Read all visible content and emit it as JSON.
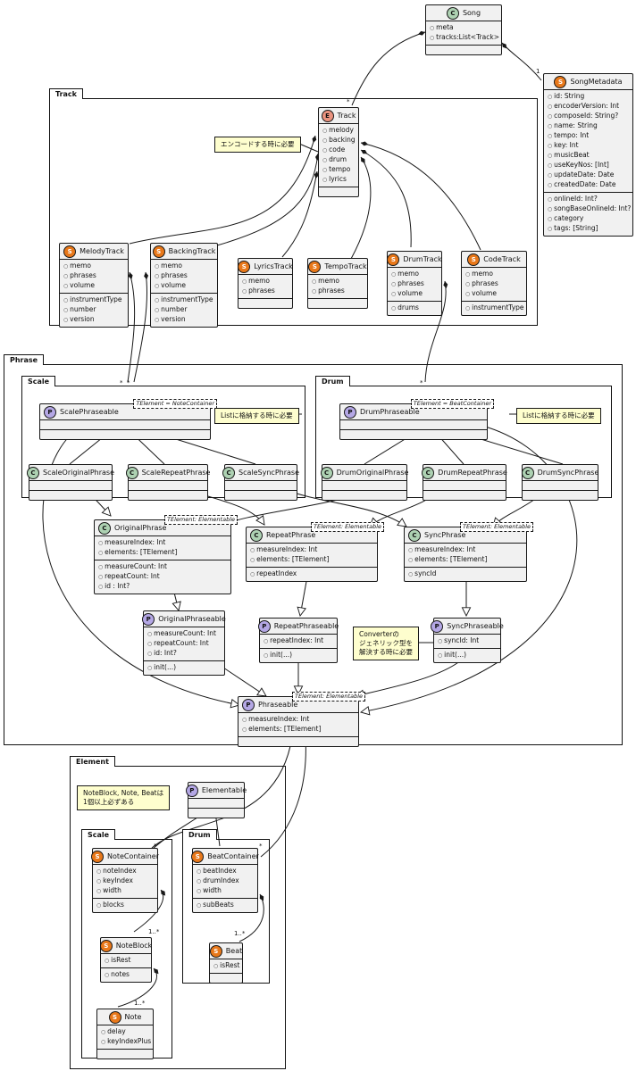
{
  "packages": {
    "track": "Track",
    "phrase": "Phrase",
    "phrase_scale": "Scale",
    "phrase_drum": "Drum",
    "element": "Element",
    "element_scale": "Scale",
    "element_drum": "Drum"
  },
  "classes": {
    "song": {
      "stereotype": "C",
      "name": "Song",
      "attributes": [
        "meta",
        "tracks:List<Track>"
      ]
    },
    "song_metadata": {
      "stereotype": "S",
      "name": "SongMetadata",
      "attributes": [
        "id: String",
        "encoderVersion: Int",
        "composeId: String?",
        "name: String",
        "tempo: Int",
        "key: Int",
        "musicBeat",
        "useKeyNos: [Int]",
        "updateDate: Date",
        "createdDate: Date"
      ],
      "methods": [
        "onlineId: Int?",
        "songBaseOnlineId: Int?",
        "category",
        "tags: [String]"
      ]
    },
    "track": {
      "stereotype": "E",
      "name": "Track",
      "attributes": [
        "melody",
        "backing",
        "code",
        "drum",
        "tempo",
        "lyrics"
      ]
    },
    "melody_track": {
      "stereotype": "S",
      "name": "MelodyTrack",
      "attributes": [
        "memo",
        "phrases",
        "volume"
      ],
      "methods": [
        "instrumentType",
        "number",
        "version"
      ]
    },
    "backing_track": {
      "stereotype": "S",
      "name": "BackingTrack",
      "attributes": [
        "memo",
        "phrases",
        "volume"
      ],
      "methods": [
        "instrumentType",
        "number",
        "version"
      ]
    },
    "lyrics_track": {
      "stereotype": "S",
      "name": "LyricsTrack",
      "attributes": [
        "memo",
        "phrases"
      ]
    },
    "tempo_track": {
      "stereotype": "S",
      "name": "TempoTrack",
      "attributes": [
        "memo",
        "phrases"
      ]
    },
    "drum_track": {
      "stereotype": "S",
      "name": "DrumTrack",
      "attributes": [
        "memo",
        "phrases",
        "volume"
      ],
      "methods": [
        "drums"
      ]
    },
    "code_track": {
      "stereotype": "S",
      "name": "CodeTrack",
      "attributes": [
        "memo",
        "phrases",
        "volume"
      ],
      "methods": [
        "instrumentType"
      ]
    },
    "scale_phraseable": {
      "stereotype": "P",
      "name": "ScalePhraseable",
      "tparam": "TElement = NoteContainer"
    },
    "drum_phraseable": {
      "stereotype": "P",
      "name": "DrumPhraseable",
      "tparam": "TElement = BeatContainer"
    },
    "scale_original_phrase": {
      "stereotype": "C",
      "name": "ScaleOriginalPhrase"
    },
    "scale_repeat_phrase": {
      "stereotype": "C",
      "name": "ScaleRepeatPhrase"
    },
    "scale_sync_phrase": {
      "stereotype": "C",
      "name": "ScaleSyncPhrase"
    },
    "drum_original_phrase": {
      "stereotype": "C",
      "name": "DrumOriginalPhrase"
    },
    "drum_repeat_phrase": {
      "stereotype": "C",
      "name": "DrumRepeatPhrase"
    },
    "drum_sync_phrase": {
      "stereotype": "C",
      "name": "DrumSyncPhrase"
    },
    "original_phrase": {
      "stereotype": "C",
      "name": "OriginalPhrase",
      "tparam": "TElement: Elementable",
      "attributes": [
        "measureIndex: Int",
        "elements: [TElement]"
      ],
      "methods": [
        "measureCount: Int",
        "repeatCount: Int",
        "id : Int?"
      ]
    },
    "repeat_phrase": {
      "stereotype": "C",
      "name": "RepeatPhrase",
      "tparam": "TElement: Elementable",
      "attributes": [
        "measureIndex: Int",
        "elements: [TElement]"
      ],
      "methods": [
        "repeatIndex"
      ]
    },
    "sync_phrase": {
      "stereotype": "C",
      "name": "SyncPhrase",
      "tparam": "TElement: Elementable",
      "attributes": [
        "measureIndex: Int",
        "elements: [TElement]"
      ],
      "methods": [
        "syncId"
      ]
    },
    "original_phraseable": {
      "stereotype": "P",
      "name": "OriginalPhraseable",
      "attributes": [
        "measureCount: Int",
        "repeatCount: Int",
        "id: Int?"
      ],
      "methods": [
        "init(...)"
      ]
    },
    "repeat_phraseable": {
      "stereotype": "P",
      "name": "RepeatPhraseable",
      "attributes": [
        "repeatIndex: Int"
      ],
      "methods": [
        "init(...)"
      ]
    },
    "sync_phraseable": {
      "stereotype": "P",
      "name": "SyncPhraseable",
      "attributes": [
        "syncId: Int"
      ],
      "methods": [
        "init(...)"
      ]
    },
    "phraseable": {
      "stereotype": "P",
      "name": "Phraseable",
      "tparam": "TElement: Elementable",
      "attributes": [
        "measureIndex: Int",
        "elements: [TElement]"
      ]
    },
    "elementable": {
      "stereotype": "P",
      "name": "Elementable"
    },
    "note_container": {
      "stereotype": "S",
      "name": "NoteContainer",
      "attributes": [
        "noteIndex",
        "keyIndex",
        "width"
      ],
      "methods": [
        "blocks"
      ]
    },
    "beat_container": {
      "stereotype": "S",
      "name": "BeatContainer",
      "attributes": [
        "beatIndex",
        "drumIndex",
        "width"
      ],
      "methods": [
        "subBeats"
      ]
    },
    "note_block": {
      "stereotype": "S",
      "name": "NoteBlock",
      "attributes": [
        "isRest"
      ],
      "methods": [
        "notes"
      ]
    },
    "note": {
      "stereotype": "S",
      "name": "Note",
      "attributes": [
        "delay",
        "keyIndexPlus"
      ]
    },
    "beat": {
      "stereotype": "S",
      "name": "Beat",
      "attributes": [
        "isRest"
      ]
    }
  },
  "notes": {
    "encode": "エンコードする時に必要",
    "scale_list": "Listに格納する時に必要",
    "drum_list": "Listに格納する時に必要",
    "converter_line1": "Converterの",
    "converter_line2": "ジェネリック型を",
    "converter_line3": "解決する時に必要",
    "element_line1": "NoteBlock, Note, Beatは",
    "element_line2": "1個以上必ずある"
  },
  "multiplicities": {
    "song_meta": "1",
    "track_star": "*",
    "scale_star1": "*",
    "scale_star2": "*",
    "drum_star": "*",
    "note_container_star": "*",
    "beat_container_star": "*",
    "blocks": "1..*",
    "notes": "1..*",
    "subbeats": "1..*"
  }
}
